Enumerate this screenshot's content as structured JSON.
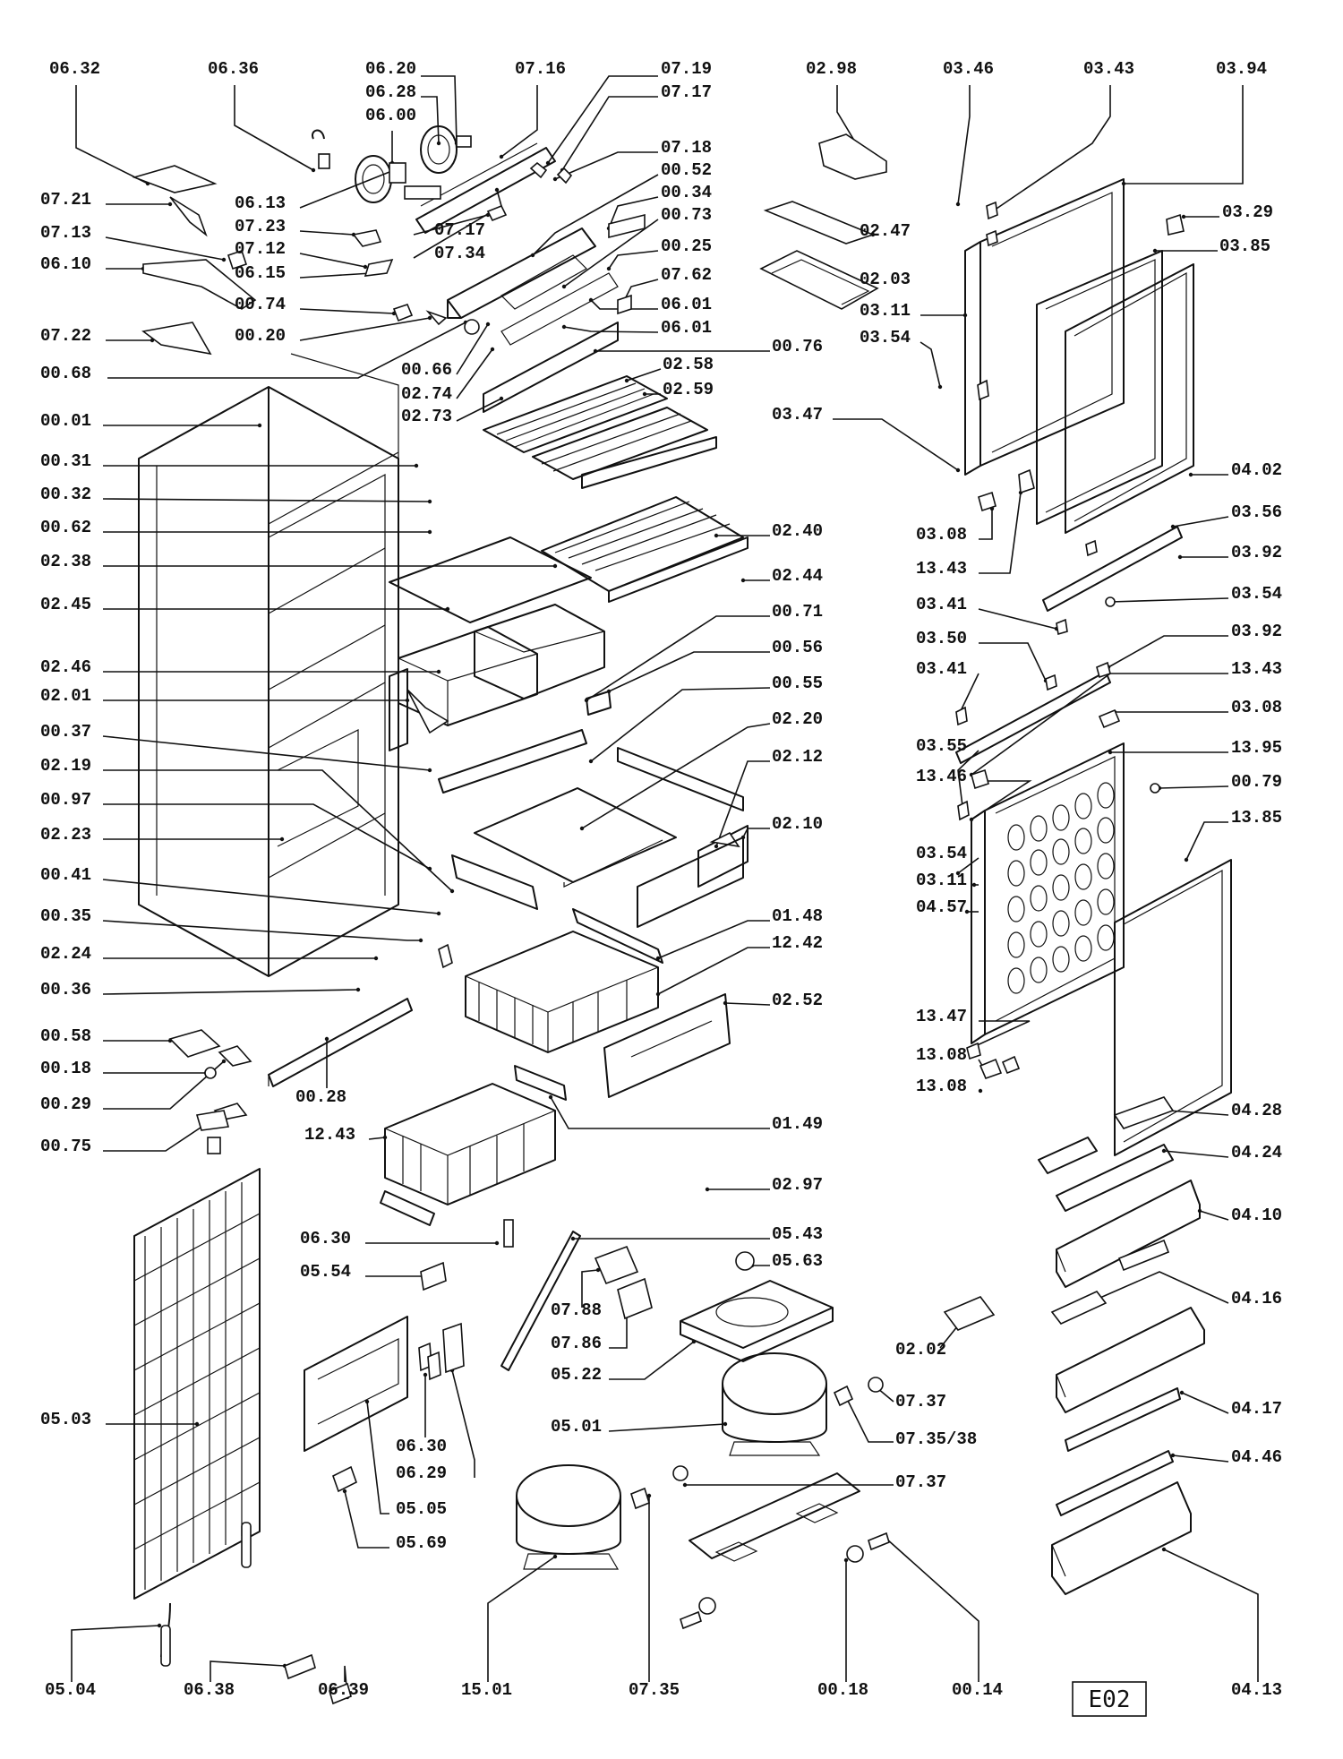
{
  "diagram_id": "E02",
  "labels": [
    "06.32",
    "06.36",
    "06.20",
    "06.28",
    "06.00",
    "07.16",
    "07.19",
    "07.17",
    "07.18",
    "00.52",
    "00.34",
    "00.73",
    "00.25",
    "07.62",
    "06.01",
    "06.01",
    "00.76",
    "02.98",
    "03.46",
    "03.43",
    "03.94",
    "02.47",
    "02.03",
    "03.29",
    "03.85",
    "03.11",
    "03.54",
    "07.21",
    "07.13",
    "06.10",
    "07.22",
    "06.13",
    "07.23",
    "07.12",
    "06.15",
    "00.74",
    "00.20",
    "00.68",
    "07.17",
    "07.34",
    "00.66",
    "02.74",
    "02.73",
    "02.58",
    "02.59",
    "00.01",
    "00.31",
    "00.32",
    "00.62",
    "02.38",
    "02.45",
    "02.46",
    "02.01",
    "00.37",
    "02.19",
    "00.97",
    "02.23",
    "00.41",
    "00.35",
    "02.24",
    "00.36",
    "00.58",
    "00.18",
    "00.29",
    "00.75",
    "00.28",
    "02.40",
    "02.44",
    "00.71",
    "00.56",
    "00.55",
    "02.20",
    "02.12",
    "02.10",
    "01.48",
    "12.42",
    "02.52",
    "12.43",
    "01.49",
    "02.97",
    "03.47",
    "04.02",
    "03.08",
    "13.43",
    "03.56",
    "03.92",
    "03.54",
    "03.41",
    "03.50",
    "03.92",
    "03.41",
    "13.43",
    "03.08",
    "03.55",
    "13.95",
    "13.46",
    "00.79",
    "13.85",
    "03.54",
    "03.11",
    "04.57",
    "13.47",
    "13.08",
    "13.08",
    "04.28",
    "04.24",
    "04.10",
    "04.16",
    "04.17",
    "04.46",
    "04.13",
    "05.03",
    "06.30",
    "05.54",
    "05.43",
    "05.63",
    "07.88",
    "07.86",
    "05.22",
    "02.02",
    "07.37",
    "05.01",
    "07.35/38",
    "06.30",
    "06.29",
    "05.05",
    "05.69",
    "07.37",
    "05.04",
    "06.38",
    "06.39",
    "15.01",
    "07.35",
    "00.18",
    "00.14"
  ]
}
